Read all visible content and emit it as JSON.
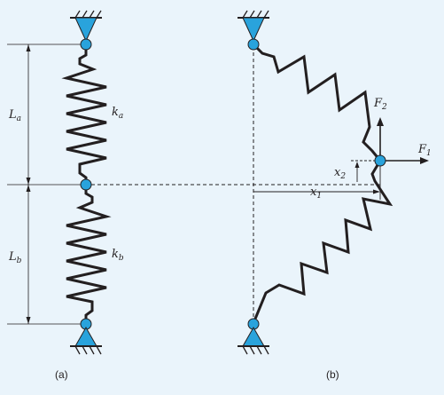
{
  "figure": {
    "caption_a": "(a)",
    "caption_b": "(b)"
  },
  "labels": {
    "La": {
      "main": "L",
      "sub": "a"
    },
    "Lb": {
      "main": "L",
      "sub": "b"
    },
    "ka": {
      "main": "k",
      "sub": "a"
    },
    "kb": {
      "main": "k",
      "sub": "b"
    },
    "F1": {
      "main": "F",
      "sub": "1"
    },
    "F2": {
      "main": "F",
      "sub": "2"
    },
    "x1": {
      "main": "x",
      "sub": "1"
    },
    "x2": {
      "main": "x",
      "sub": "2"
    }
  },
  "colors": {
    "background": "#eaf4fb",
    "node_fill": "#29a3dc",
    "support_fill": "#29a3dc",
    "line": "#231f20"
  }
}
